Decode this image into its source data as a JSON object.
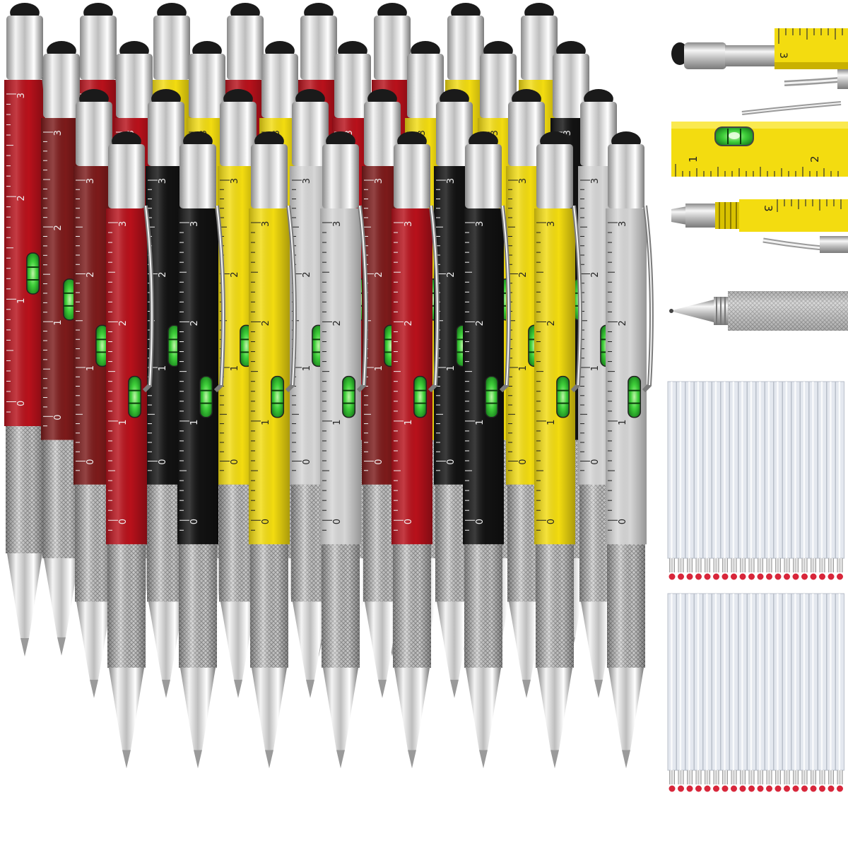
{
  "colors": {
    "red": "#b8111b",
    "red_dark": "#7c1a1a",
    "black": "#121212",
    "yellow": "#f3dc10",
    "silver": "#d6d6d6",
    "chrome": "#c8c8c8",
    "stylus": "#1a1a1a",
    "level_fluid": "#2fbf2f",
    "refill_tip": "#d8263a"
  },
  "ruler_numbers": [
    "0",
    "1",
    "2",
    "3"
  ],
  "refill_counts": {
    "top_bundle": 20,
    "bottom_bundle": 20
  },
  "icons": [
    "stylus-tip-icon",
    "bubble-level-icon",
    "ruler-scale-icon",
    "screwdriver-tip-icon",
    "ballpoint-tip-icon",
    "pen-clip-icon"
  ]
}
